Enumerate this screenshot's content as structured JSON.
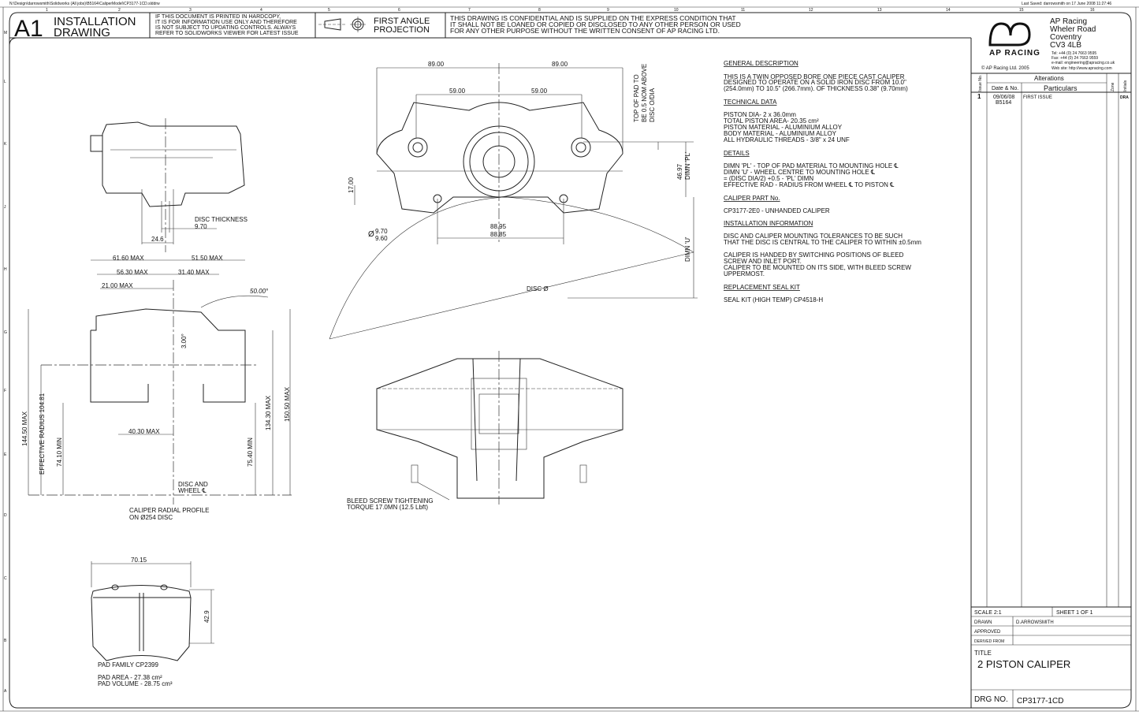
{
  "file_path_label": "N:\\Design\\darrowsmith\\Solidworks (All jobs)\\B5164\\CaliperModel\\CP3177-1CD.slddrw",
  "last_saved": "Last Saved: darrowsmith on 17 June 2008 11:27:46",
  "zones_top": [
    "1",
    "2",
    "3",
    "4",
    "5",
    "6",
    "7",
    "8",
    "9",
    "10",
    "11",
    "12",
    "13",
    "14",
    "15",
    "16"
  ],
  "zones_side": [
    "M",
    "L",
    "K",
    "J",
    "H",
    "G",
    "F",
    "E",
    "D",
    "C",
    "B",
    "A"
  ],
  "header": {
    "sheet_size": "A1",
    "drawing_type_1": "INSTALLATION",
    "drawing_type_2": "DRAWING",
    "hardcopy_notice": [
      "IF THIS DOCUMENT IS PRINTED IN HARDCOPY,",
      "IT IS FOR INFORMATION USE ONLY AND THEREFORE",
      "IS NOT SUBJECT TO UPDATING CONTROLS. ALWAYS",
      "REFER TO SOLIDWORKS VIEWER FOR LATEST ISSUE"
    ],
    "projection_1": "FIRST ANGLE",
    "projection_2": "PROJECTION",
    "confidential": [
      "THIS DRAWING IS CONFIDENTIAL AND IS SUPPLIED ON THE EXPRESS CONDITION THAT",
      "IT SHALL NOT BE LOANED OR COPIED OR DISCLOSED TO ANY OTHER PERSON OR USED",
      "FOR ANY OTHER PURPOSE WITHOUT THE WRITTEN CONSENT OF AP RACING LTD."
    ]
  },
  "company": {
    "logo_text": "AP RACING",
    "name": "AP Racing",
    "address": [
      "Wheler Road",
      "Coventry",
      "CV3 4LB"
    ],
    "tel": "Tel: +44 (0) 24 7663 9595",
    "fax": "Fax: +44 (0) 24 7663 9559",
    "email": "e-mail: engineering@apracing.co.uk",
    "web": "Web site: http://www.apracing.com",
    "copyright": "© AP Racing Ltd. 2005"
  },
  "alterations": {
    "title": "Alterations",
    "col_issue": "Issue No.",
    "col_date": "Date & No.",
    "col_particulars": "Particulars",
    "col_zone": "Zone",
    "col_initials": "Initials",
    "rows": [
      {
        "issue": "1",
        "date": "09/06/08",
        "no": "B5164",
        "particulars": "FIRST ISSUE",
        "zone": "",
        "initials": "DRA"
      }
    ]
  },
  "title_block": {
    "scale": "SCALE  2:1",
    "sheet": "SHEET  1  OF  1",
    "drawn_label": "DRAWN",
    "drawn_value": "D.ARROWSMITH",
    "approved_label": "APPROVED",
    "derived_label": "DERIVED FROM",
    "title_label": "TITLE",
    "title_value": "2 PISTON CALIPER",
    "drg_label": "DRG NO.",
    "drg_value": "CP3177-1CD"
  },
  "notes": {
    "general_heading": "GENERAL DESCRIPTION",
    "general": [
      "THIS IS A TWIN OPPOSED BORE ONE PIECE CAST CALIPER",
      "DESIGNED TO OPERATE ON A SOLID IRON DISC FROM 10.0\"",
      "(254.0mm) TO 10.5\" (266.7mm). OF THICKNESS 0.38\" (9.70mm)"
    ],
    "technical_heading": "TECHNICAL DATA",
    "technical": [
      "PISTON DIA-    2 x 36.0mm",
      "TOTAL PISTON AREA-   20.35 cm²",
      "PISTON MATERIAL - ALUMINIUM ALLOY",
      "BODY MATERIAL  - ALUMINIUM ALLOY",
      "ALL HYDRAULIC THREADS -  3/8\" x 24 UNF"
    ],
    "details_heading": "DETAILS",
    "details": [
      "DIMN 'PL'  - TOP OF PAD MATERIAL TO MOUNTING HOLE ℄",
      "DIMN 'U'    - WHEEL CENTRE TO MOUNTING HOLE ℄",
      "                 = (DISC DIA/2) +0.5 - 'PL' DIMN",
      "EFFECTIVE RAD - RADIUS FROM WHEEL ℄ TO PISTON ℄"
    ],
    "part_heading": "CALIPER PART No.",
    "part": "CP3177-2E0 - UNHANDED CALIPER",
    "install_heading": "INSTALLATION INFORMATION",
    "install": [
      "DISC AND CALIPER MOUNTING TOLERANCES TO BE SUCH",
      "THAT THE DISC IS CENTRAL TO THE CALIPER TO WITHIN ±0.5mm",
      "",
      "CALIPER IS HANDED BY SWITCHING POSITIONS OF BLEED",
      "SCREW AND INLET PORT.",
      "CALIPER TO BE MOUNTED ON ITS SIDE, WITH BLEED SCREW",
      "UPPERMOST."
    ],
    "seal_heading": "REPLACEMENT SEAL KIT",
    "seal": "SEAL KIT (HIGH TEMP) CP4518-H"
  },
  "side_view": {
    "disc_thickness_label": "DISC THICKNESS",
    "disc_thickness": "9.70",
    "offset": "24.6"
  },
  "front_view": {
    "dim_left_outer": "89.00",
    "dim_right_outer": "89.00",
    "dim_left_inner": "59.00",
    "dim_right_inner": "59.00",
    "top_of_pad": [
      "TOP OF PAD TO",
      "BE 0.5 NOM ABOVE",
      "DISC O/DIA"
    ],
    "dim_17": "17.00",
    "dim_pl": "46.97",
    "dim_pl_label": "DIMN 'PL'",
    "hole_dia_max": "9.70",
    "hole_dia_min": "9.60",
    "centres_max": "88.95",
    "centres_min": "88.85",
    "dimn_u": "DIMN 'U'",
    "disc_dia": "DISC Ø"
  },
  "radial_profile": {
    "d1": "61.60 MAX",
    "d2": "51.50 MAX",
    "d3": "56.30 MAX",
    "d4": "31.40 MAX",
    "d5": "21.00 MAX",
    "angle": "50.00°",
    "angle2": "3.00°",
    "h1": "144.50 MAX",
    "eff": "EFFECTIVE RADIUS  104.81",
    "h2": "74.10 MIN",
    "d6": "40.30 MAX",
    "h3": "75.40 MIN",
    "h4": "134.30 MAX",
    "h5": "150.50 MAX",
    "centre_label": [
      "DISC AND",
      "WHEEL ℄"
    ],
    "caption": [
      "CALIPER RADIAL PROFILE",
      "ON Ø254 DISC"
    ]
  },
  "top_view": {
    "bleed": [
      "BLEED SCREW TIGHTENING",
      "TORQUE 17.0MN (12.5 Lbft)"
    ]
  },
  "pad": {
    "width": "70.15",
    "height": "42.9",
    "family": "PAD FAMILY CP2399",
    "area": "PAD AREA -        27.38 cm²",
    "volume": "PAD VOLUME - 28.75 cm³"
  }
}
